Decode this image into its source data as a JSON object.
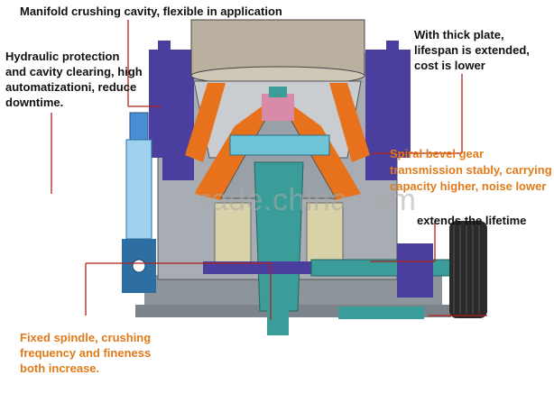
{
  "labels": {
    "top": "Manifold crushing cavity, flexible in application",
    "left": "Hydraulic protection\nand cavity clearing, high\nautomatizationi, reduce\ndowntime.",
    "right_top": "With thick plate,\nlifespan is extended,\ncost is lower",
    "right_mid_1": "Spiral bevel gear",
    "right_mid_2": "transmission stably, carrying",
    "right_mid_3": "capacity higher, noise lower",
    "right_low": "extends the lifetime",
    "bottom_left": "Fixed spindle, crushing\nfrequency and fineness\nboth increase."
  },
  "watermark": "trade.china.com",
  "colors": {
    "leader_line": "#b0201a",
    "orange_text": "#e07a1a",
    "frame_purple": "#4a3f9e",
    "liner_orange": "#e8721c",
    "shaft_teal": "#3a9d9a",
    "casing_gray": "#9aa0a8"
  }
}
